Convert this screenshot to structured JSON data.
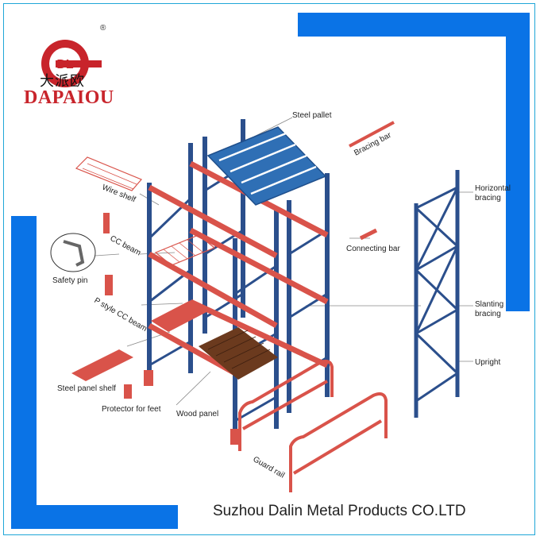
{
  "brand": {
    "name_cn": "大派欧",
    "name_en": "DAPAIOU",
    "logo_letters": "DL",
    "registered_mark": "®"
  },
  "footer": {
    "company": "Suzhou Dalin Metal Products CO.LTD"
  },
  "labels": {
    "steel_pallet": "Steel pallet",
    "bracing_bar": "Bracing bar",
    "wire_shelf": "Wire shelf",
    "cc_beam": "CC beam",
    "connecting_bar": "Connecting bar",
    "safety_pin": "Safety pin",
    "p_style_cc_beam": "P style CC beam",
    "steel_panel_shelf": "Steel panel shelf",
    "protector_for_feet": "Protector for feet",
    "wood_panel": "Wood panel",
    "guard_rail": "Guard rail",
    "horizontal_bracing_1": "Horizontal",
    "horizontal_bracing_2": "bracing",
    "slanting_bracing_1": "Slanting",
    "slanting_bracing_2": "bracing",
    "upright": "Upright"
  },
  "colors": {
    "accent_blue": "#0a73e6",
    "upright_blue": "#2b4f8c",
    "beam_red": "#d9534a",
    "wood": "#6b3a1e",
    "logo_red": "#c8242b"
  }
}
